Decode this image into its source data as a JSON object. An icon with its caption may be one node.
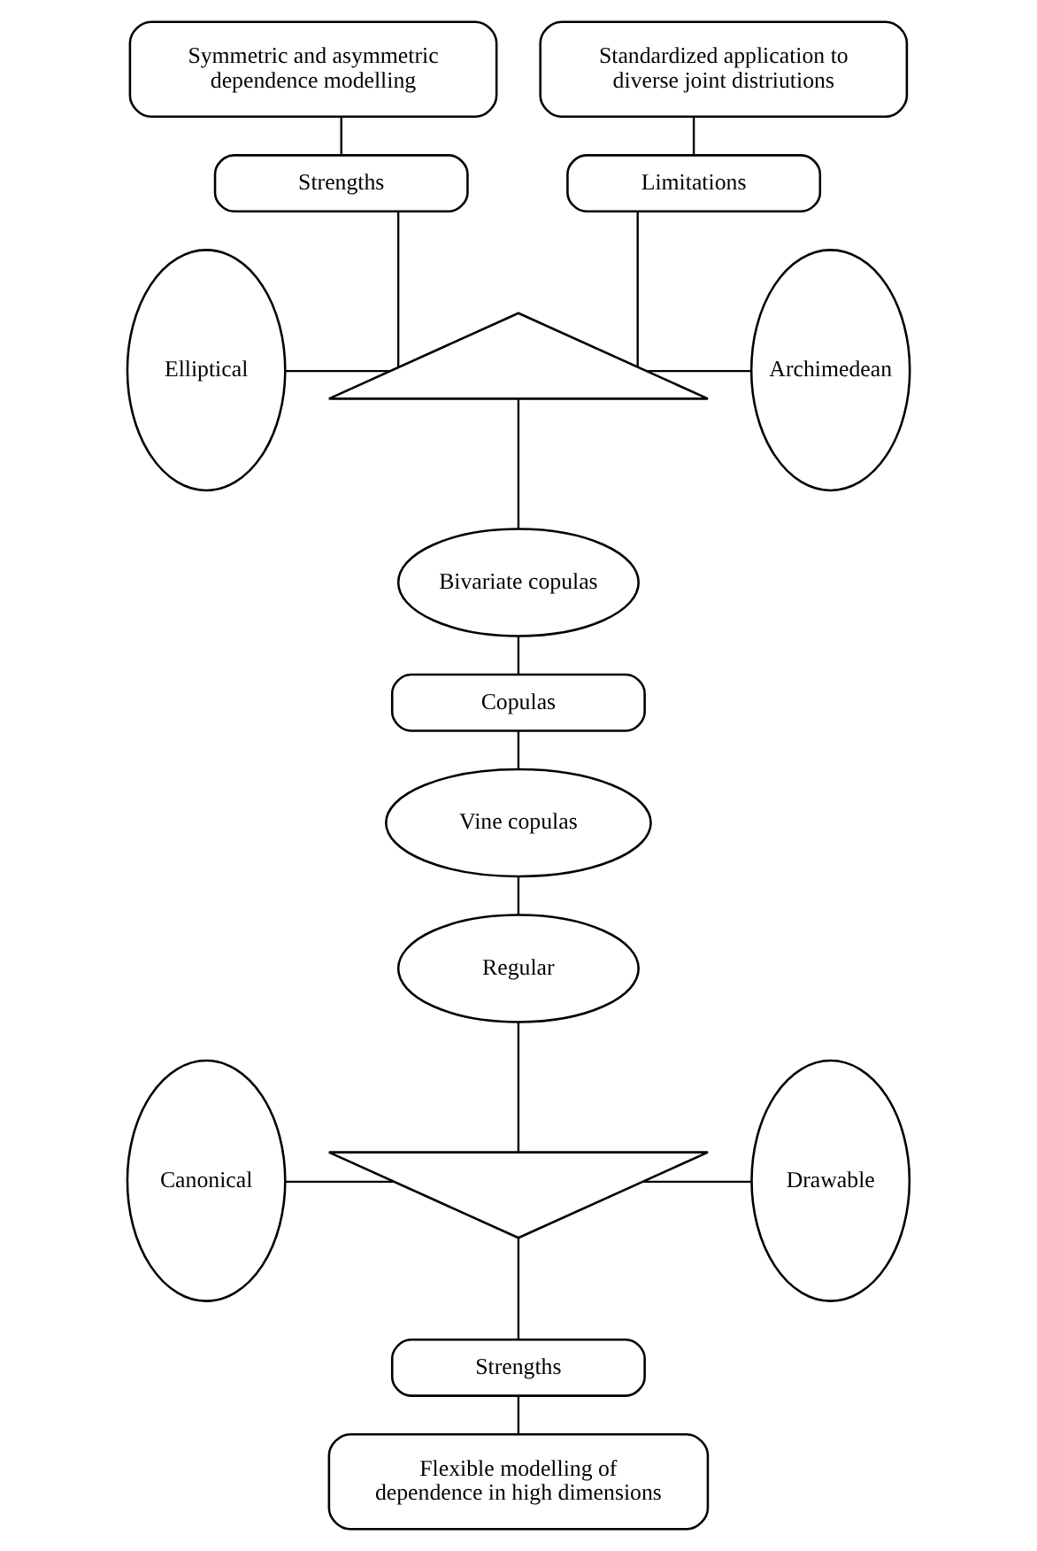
{
  "diagram": {
    "nodes": [
      {
        "text": [
          "Symmetric and asymmetric dependence modelling"
        ]
      },
      {
        "text": [
          "Standardized application to diverse joint distriutions"
        ]
      },
      {
        "text": [
          "Strengths"
        ]
      },
      {
        "text": [
          "Limitations"
        ]
      },
      {
        "text": [
          "Elliptical"
        ]
      },
      {
        "text": [],
        "shape": "triangle"
      },
      {
        "text": [
          "Archimedean"
        ]
      },
      {
        "text": [
          "Bivariate copulas"
        ]
      },
      {
        "text": [
          "Copulas"
        ]
      },
      {
        "text": [
          "Vine copulas"
        ]
      },
      {
        "text": [
          "Regular"
        ]
      },
      {
        "text": [
          "Canonical"
        ]
      },
      {
        "text": [],
        "shape": "triangle"
      },
      {
        "text": [
          "Drawable"
        ]
      },
      {
        "text": [
          "Strengths"
        ]
      },
      {
        "text": [
          "Flexible modelling of dependence in high dimensions"
        ]
      }
    ],
    "edges": [
      {
        "from": 0,
        "to": 2,
        "arrow": "none"
      },
      {
        "from": 1,
        "to": 3,
        "arrow": "none"
      },
      {
        "from": 2,
        "to": 5,
        "arrow": "none"
      },
      {
        "from": 3,
        "to": 5,
        "arrow": "none"
      },
      {
        "from": 4,
        "to": 5,
        "arrow": "none"
      },
      {
        "from": 5,
        "to": 6,
        "arrow": "none"
      },
      {
        "from": 5,
        "to": 7,
        "arrow": "none"
      },
      {
        "from": 7,
        "to": 8,
        "arrow": "none"
      },
      {
        "from": 8,
        "to": 9,
        "arrow": "none"
      },
      {
        "from": 9,
        "to": 10,
        "arrow": "none"
      },
      {
        "from": 10,
        "to": 12,
        "arrow": "none"
      },
      {
        "from": 11,
        "to": 12,
        "arrow": "none"
      },
      {
        "from": 12,
        "to": 13,
        "arrow": "none"
      },
      {
        "from": 12,
        "to": 14,
        "arrow": "none"
      },
      {
        "from": 14,
        "to": 15,
        "arrow": "none"
      }
    ]
  }
}
